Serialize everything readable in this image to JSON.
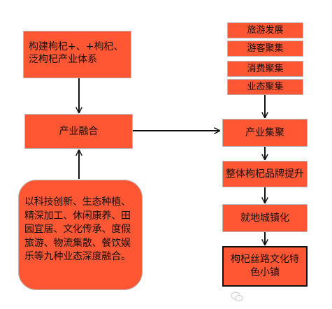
{
  "nodes": {
    "build": "构建枸杞+、+枸杞、泛枸杞产业体系",
    "fusion": "产业融合",
    "detail": "以科技创新、生态种植、精深加工、休闲康养、田园宜居、文化传承、度假旅游、物流集散、餐饮娱乐等九种业态深度融合。",
    "tourism": "旅游发展",
    "visitor": "游客聚集",
    "consume": "消费聚集",
    "biz": "业态聚集",
    "cluster": "产业集聚",
    "brand": "整体枸杞品牌提升",
    "urban": "就地城镇化",
    "town": "枸杞丝路文化特色小镇"
  },
  "colors": {
    "box_fill": "#ff5733",
    "arrow": "#111111"
  },
  "watermark": {
    "icon": "wechat-icon",
    "text": ""
  }
}
